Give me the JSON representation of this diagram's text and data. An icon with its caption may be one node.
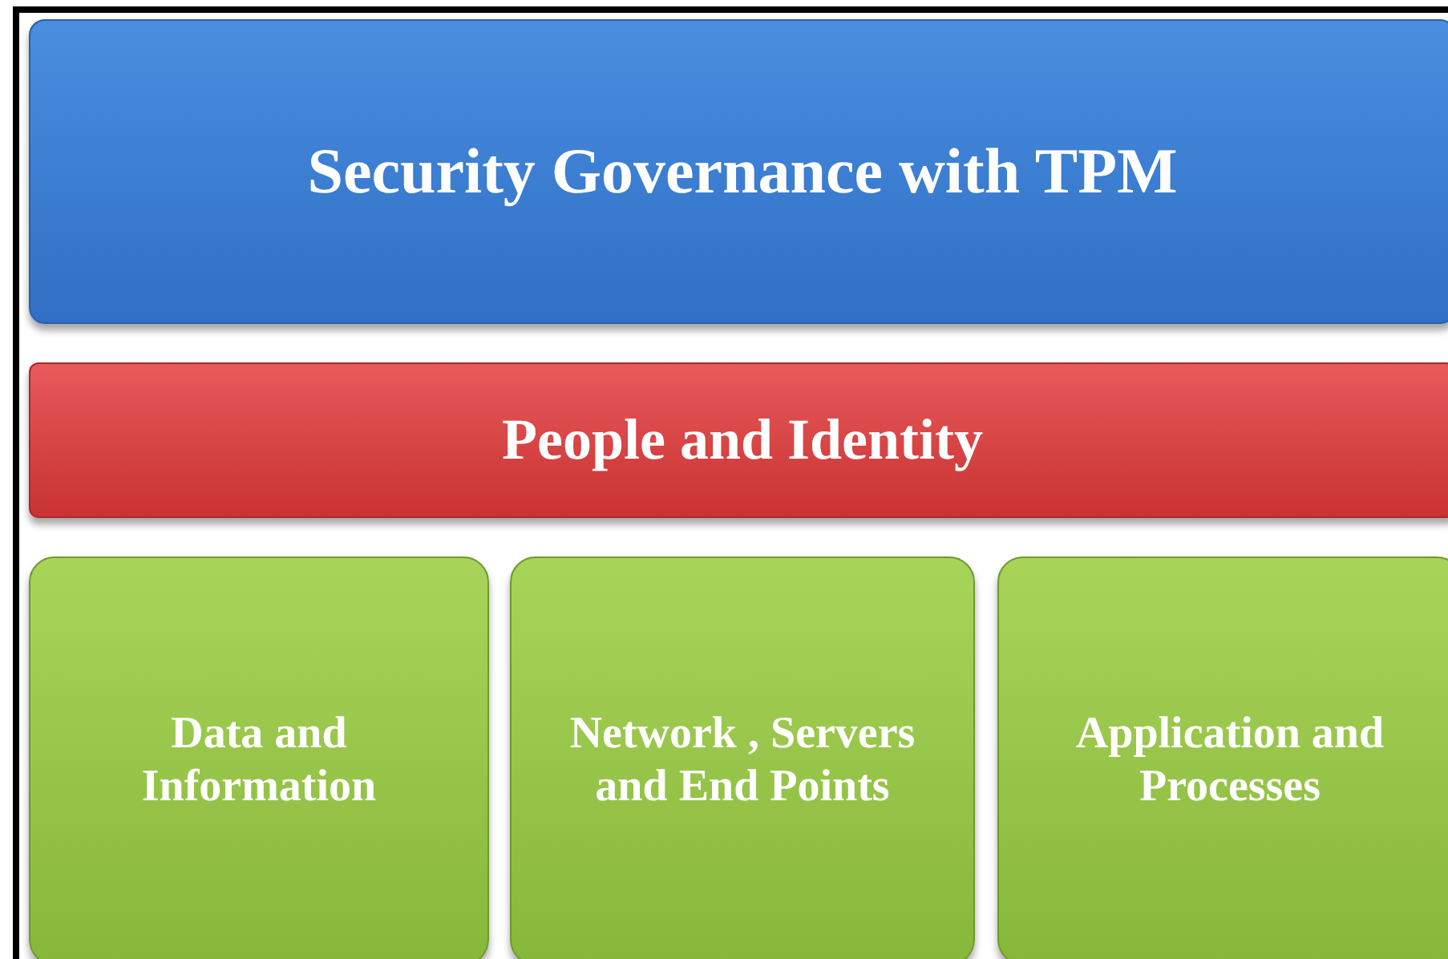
{
  "diagram": {
    "nodes": [
      {
        "text": [
          "Security Governance with TPM"
        ]
      },
      {
        "text": [
          "People and Identity"
        ]
      },
      {
        "text": [
          "Data and Information"
        ]
      },
      {
        "text": [
          "Network , Servers and End Points"
        ]
      },
      {
        "text": [
          "Application and Processes"
        ]
      }
    ],
    "edges": []
  }
}
